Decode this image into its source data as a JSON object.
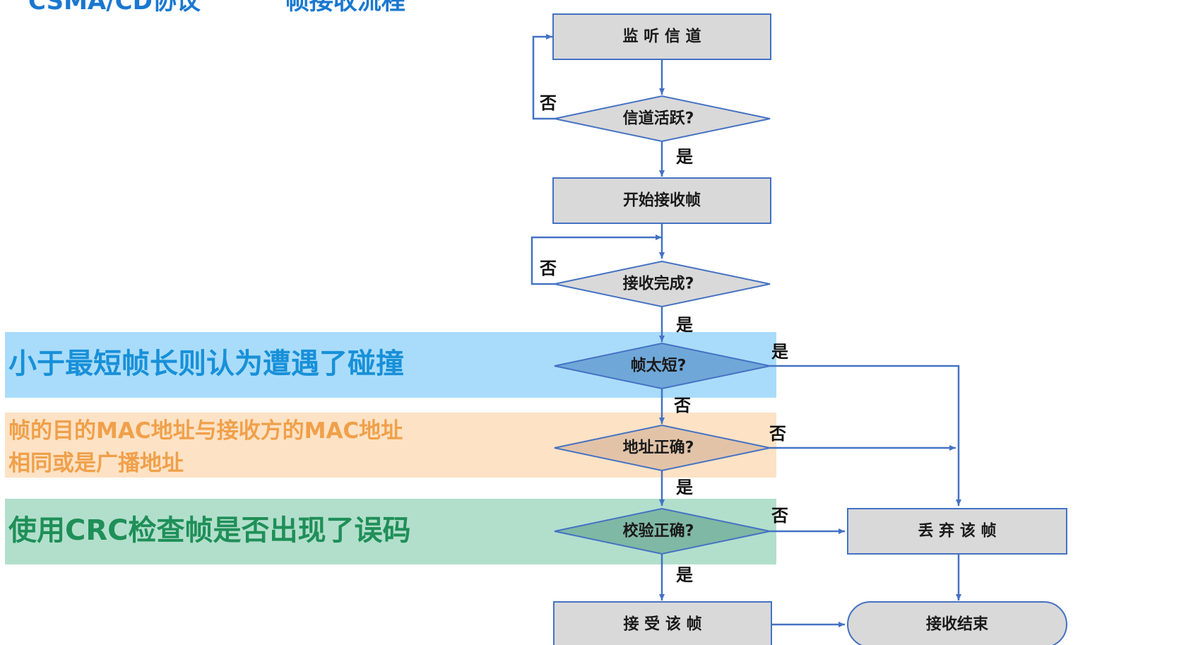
{
  "heading": {
    "left": "CSMA/CD协议",
    "right": "帧接收流程"
  },
  "notes": {
    "runt_frame": "小于最短帧长则认为遭遇了碰撞",
    "address_line1": "帧的目的MAC地址与接收方的MAC地址",
    "address_line2": "相同或是广播地址",
    "crc_check": "使用CRC检查帧是否出现了误码"
  },
  "nodes": {
    "listen": "监 听 信 道",
    "channel_active": "信道活跃?",
    "start_receive": "开始接收帧",
    "receive_done": "接收完成?",
    "frame_too_short": "帧太短?",
    "address_ok": "地址正确?",
    "checksum_ok": "校验正确?",
    "accept_frame": "接 受 该 帧",
    "discard_frame": "丢 弃 该 帧",
    "receive_end": "接收结束"
  },
  "edge_labels": {
    "active_no": "否",
    "active_yes": "是",
    "done_no": "否",
    "done_yes": "是",
    "short_yes": "是",
    "short_no": "否",
    "addr_no": "否",
    "addr_yes": "是",
    "check_no": "否",
    "check_yes": "是"
  },
  "colors": {
    "node_fill": "#d9d9d9",
    "node_stroke": "#4472c4",
    "arrow": "#4472c4",
    "diamond_blue": "#6fa8d8",
    "diamond_orange": "#e2c3a8",
    "diamond_green": "#7fb8a4"
  }
}
